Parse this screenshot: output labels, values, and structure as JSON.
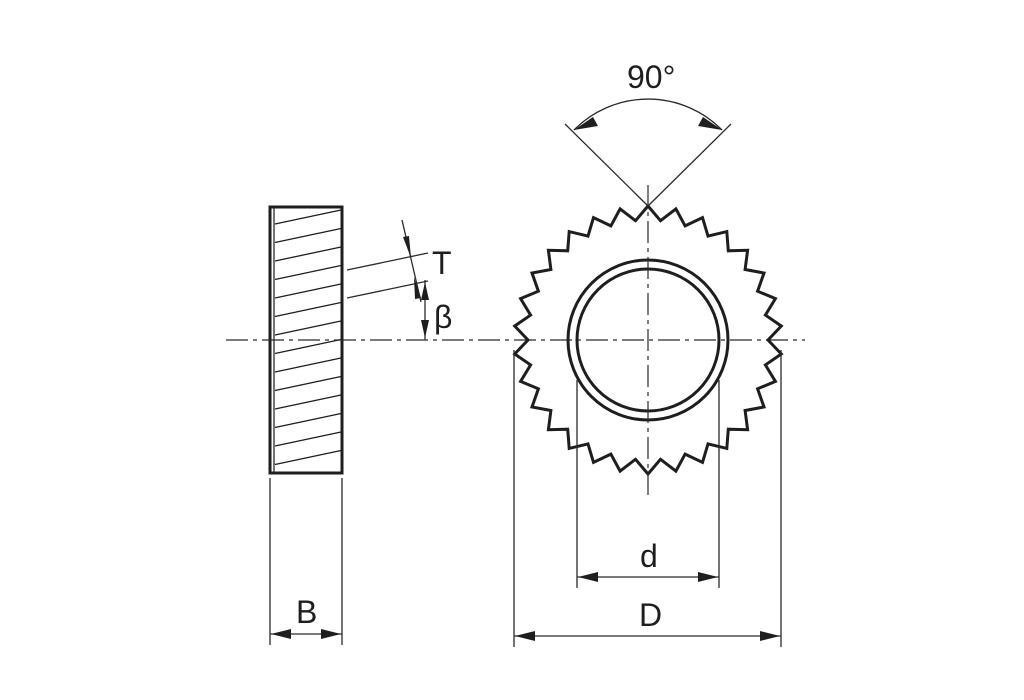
{
  "labels": {
    "angle": "90°",
    "thread_pitch": "T",
    "helix_angle": "β",
    "inner_diameter": "d",
    "outer_diameter": "D",
    "width": "B"
  },
  "gear": {
    "tooth_count": 30
  },
  "colors": {
    "line": "#1e1e1e",
    "background": "#ffffff"
  }
}
